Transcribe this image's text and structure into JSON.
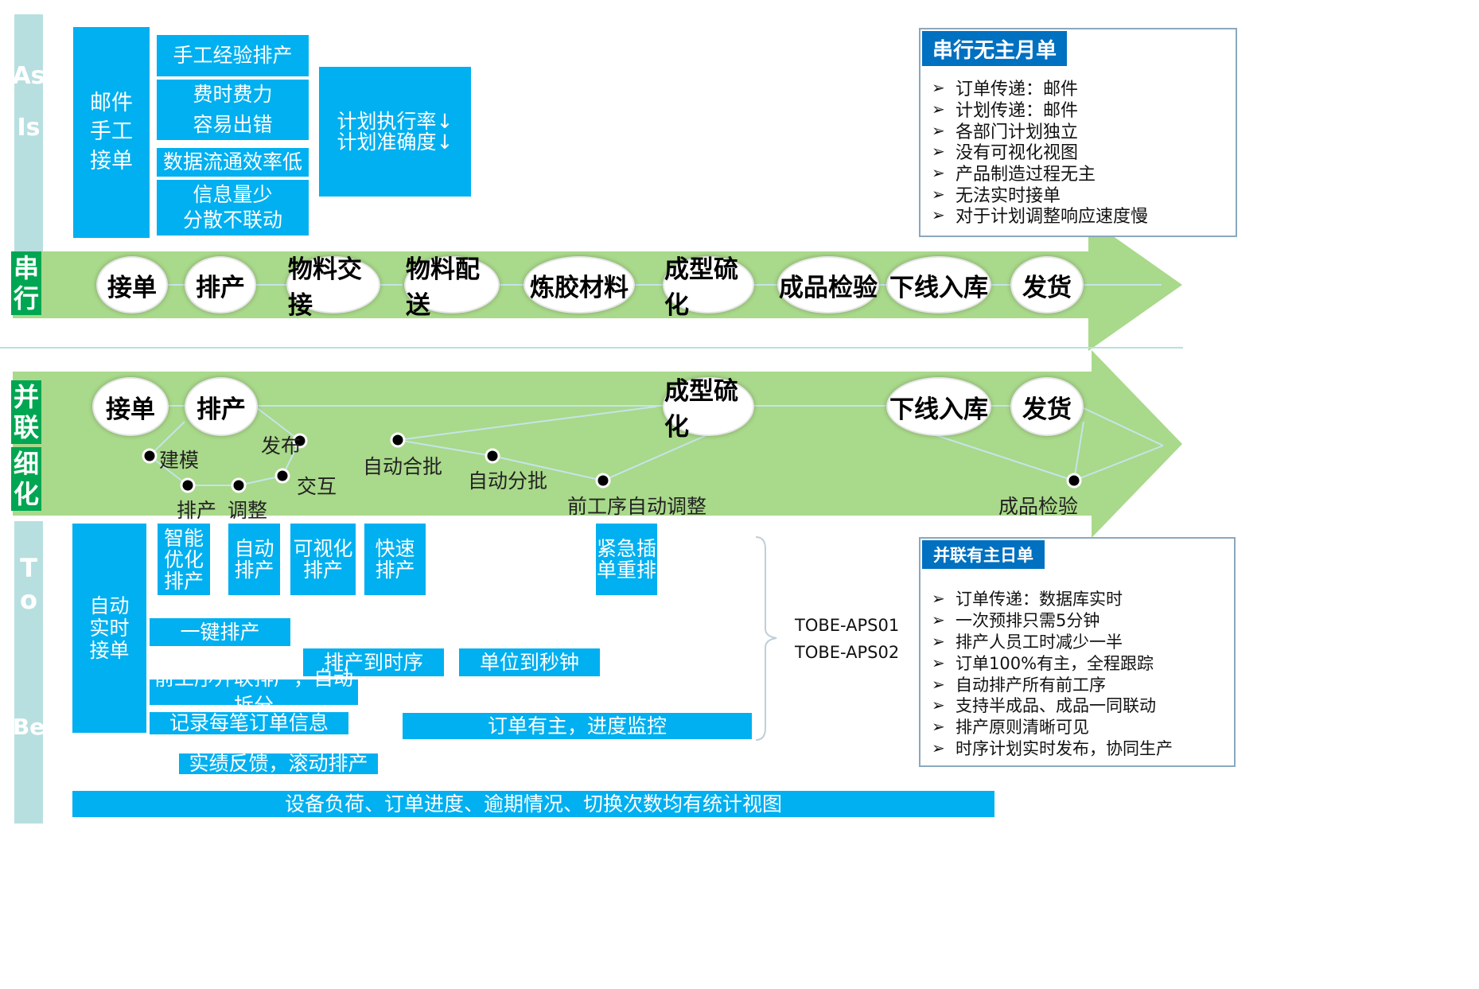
{
  "sidebar": {
    "as_is_1": "As",
    "as_is_2": "Is",
    "to_be_1": "T",
    "to_be_2": "o",
    "to_be_3": "Be",
    "serial_label": "串\n行",
    "parallel_label": "并\n联",
    "refine_label": "细\n化"
  },
  "as_is": {
    "email_box": "邮件\n手工\n接单",
    "manual_box": "手工经验排产",
    "effort_box": "费时费力\n容易出错",
    "flow_box": "数据流通效率低",
    "info_box": "信息量少\n分散不联动",
    "rate_box": "计划执行率↓\n计划准确度↓"
  },
  "serial_steps": [
    "接单",
    "排产",
    "物料交接",
    "物料配送",
    "炼胶材料",
    "成型硫化",
    "成品检验",
    "下线入库",
    "发货"
  ],
  "parallel_steps": [
    "接单",
    "排产",
    "成型硫化",
    "下线入库",
    "发货"
  ],
  "parallel_points": {
    "model": "建模",
    "publish": "发布",
    "schedule": "排产",
    "adjust": "调整",
    "interact": "交互",
    "auto_merge": "自动合批",
    "auto_split": "自动分批",
    "front_adjust": "前工序自动调整",
    "inspect": "成品检验"
  },
  "to_be": {
    "auto_order": "自动\n实时\n接单",
    "smart": "智能\n优化\n排产",
    "auto": "自动\n排产",
    "visual": "可视化\n排产",
    "fast": "快速\n排产",
    "urgent": "紧急插\n单重排",
    "one_key": "一键排产",
    "to_sequence": "排产到时序",
    "to_second": "单位到秒钟",
    "front_parallel": "前工序并联排产，自动拆分",
    "record": "记录每笔订单信息",
    "owner_monitor": "订单有主，进度监控",
    "feedback": "实绩反馈，滚动排产",
    "stats": "设备负荷、订单进度、逾期情况、切换次数均有统计视图",
    "code1": "TOBE-APS01",
    "code2": "TOBE-APS02"
  },
  "panel_serial": {
    "title": "串行无主月单",
    "items": [
      "订单传递：邮件",
      "计划传递：邮件",
      "各部门计划独立",
      "没有可视化视图",
      "产品制造过程无主",
      "无法实时接单",
      "对于计划调整响应速度慢"
    ]
  },
  "panel_parallel": {
    "title": "并联有主日单",
    "items": [
      "订单传递：数据库实时",
      "一次预排只需5分钟",
      "排产人员工时减少一半",
      "订单100%有主，全程跟踪",
      "自动排产所有前工序",
      "支持半成品、成品一同联动",
      "排产原则清晰可见",
      "时序计划实时发布，协同生产"
    ]
  },
  "colors": {
    "arrow_green": "#a9d98a",
    "box_blue": "#00b0f0",
    "label_green": "#00a651",
    "head_blue": "#0070c0",
    "sidebar": "#b8dfe0"
  }
}
